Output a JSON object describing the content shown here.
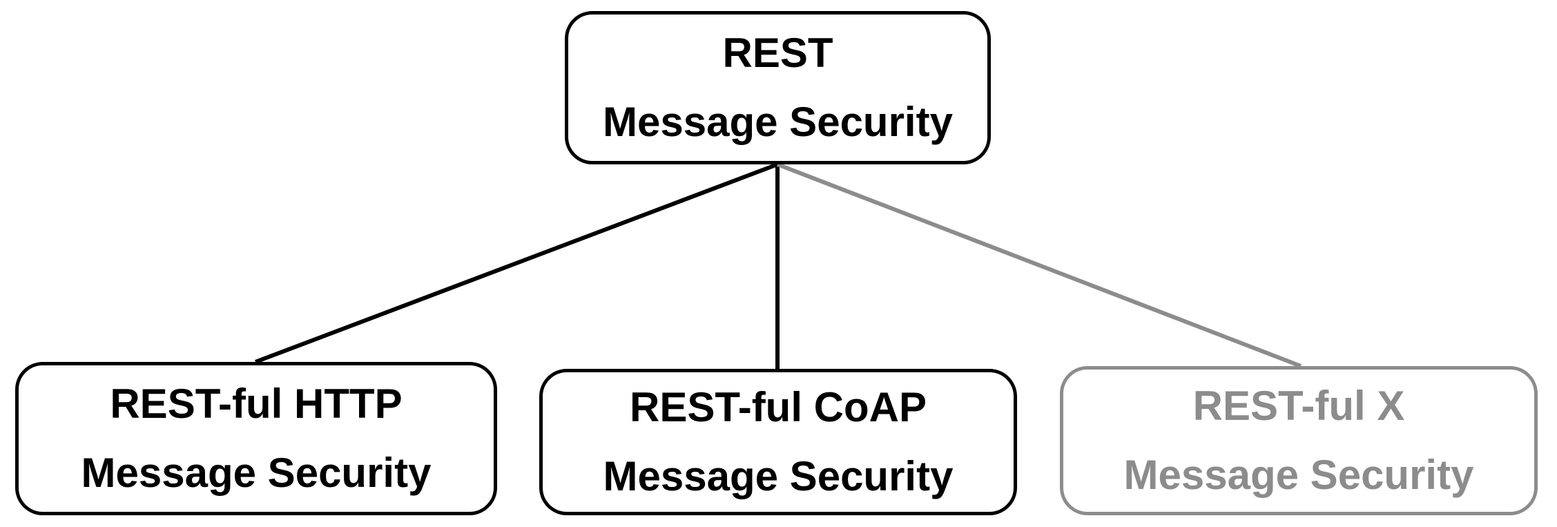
{
  "diagram": {
    "root": {
      "line1": "REST",
      "line2": "Message Security"
    },
    "children": [
      {
        "line1": "REST-ful HTTP",
        "line2": "Message Security",
        "status": "shown"
      },
      {
        "line1": "REST-ful CoAP",
        "line2": "Message Security",
        "status": "shown"
      },
      {
        "line1": "REST-ful X",
        "line2": "Message Security",
        "status": "greyed"
      }
    ],
    "colors": {
      "active": "#000000",
      "inactive": "#8c8c8c",
      "background": "#ffffff"
    }
  }
}
